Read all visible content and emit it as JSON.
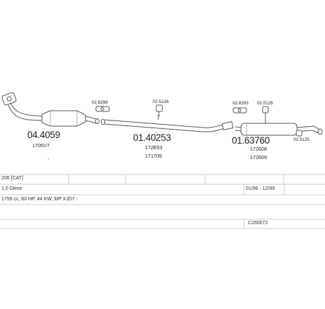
{
  "parts": {
    "catalyst": {
      "number": "04.4059",
      "ref": "1705V7",
      "extra": "-"
    },
    "middle_pipe": {
      "number": "01.40253",
      "ref1": "172E53",
      "ref2": "171709"
    },
    "rear_silencer": {
      "number": "01.63760",
      "ref1": "172608",
      "ref2": "172609"
    }
  },
  "fittings": {
    "f1": "02.8298",
    "f2": "02.5126",
    "f3": "02.8283",
    "f4": "02.5126",
    "f5": "02.5125"
  },
  "info": {
    "model": "206  [CAT]",
    "engine": "1.0 Diese",
    "years": "01/96 - 12/99",
    "specs": "1759 cc, 60 HP, 44 KW, MP XJD7 -",
    "code": "C260072"
  }
}
